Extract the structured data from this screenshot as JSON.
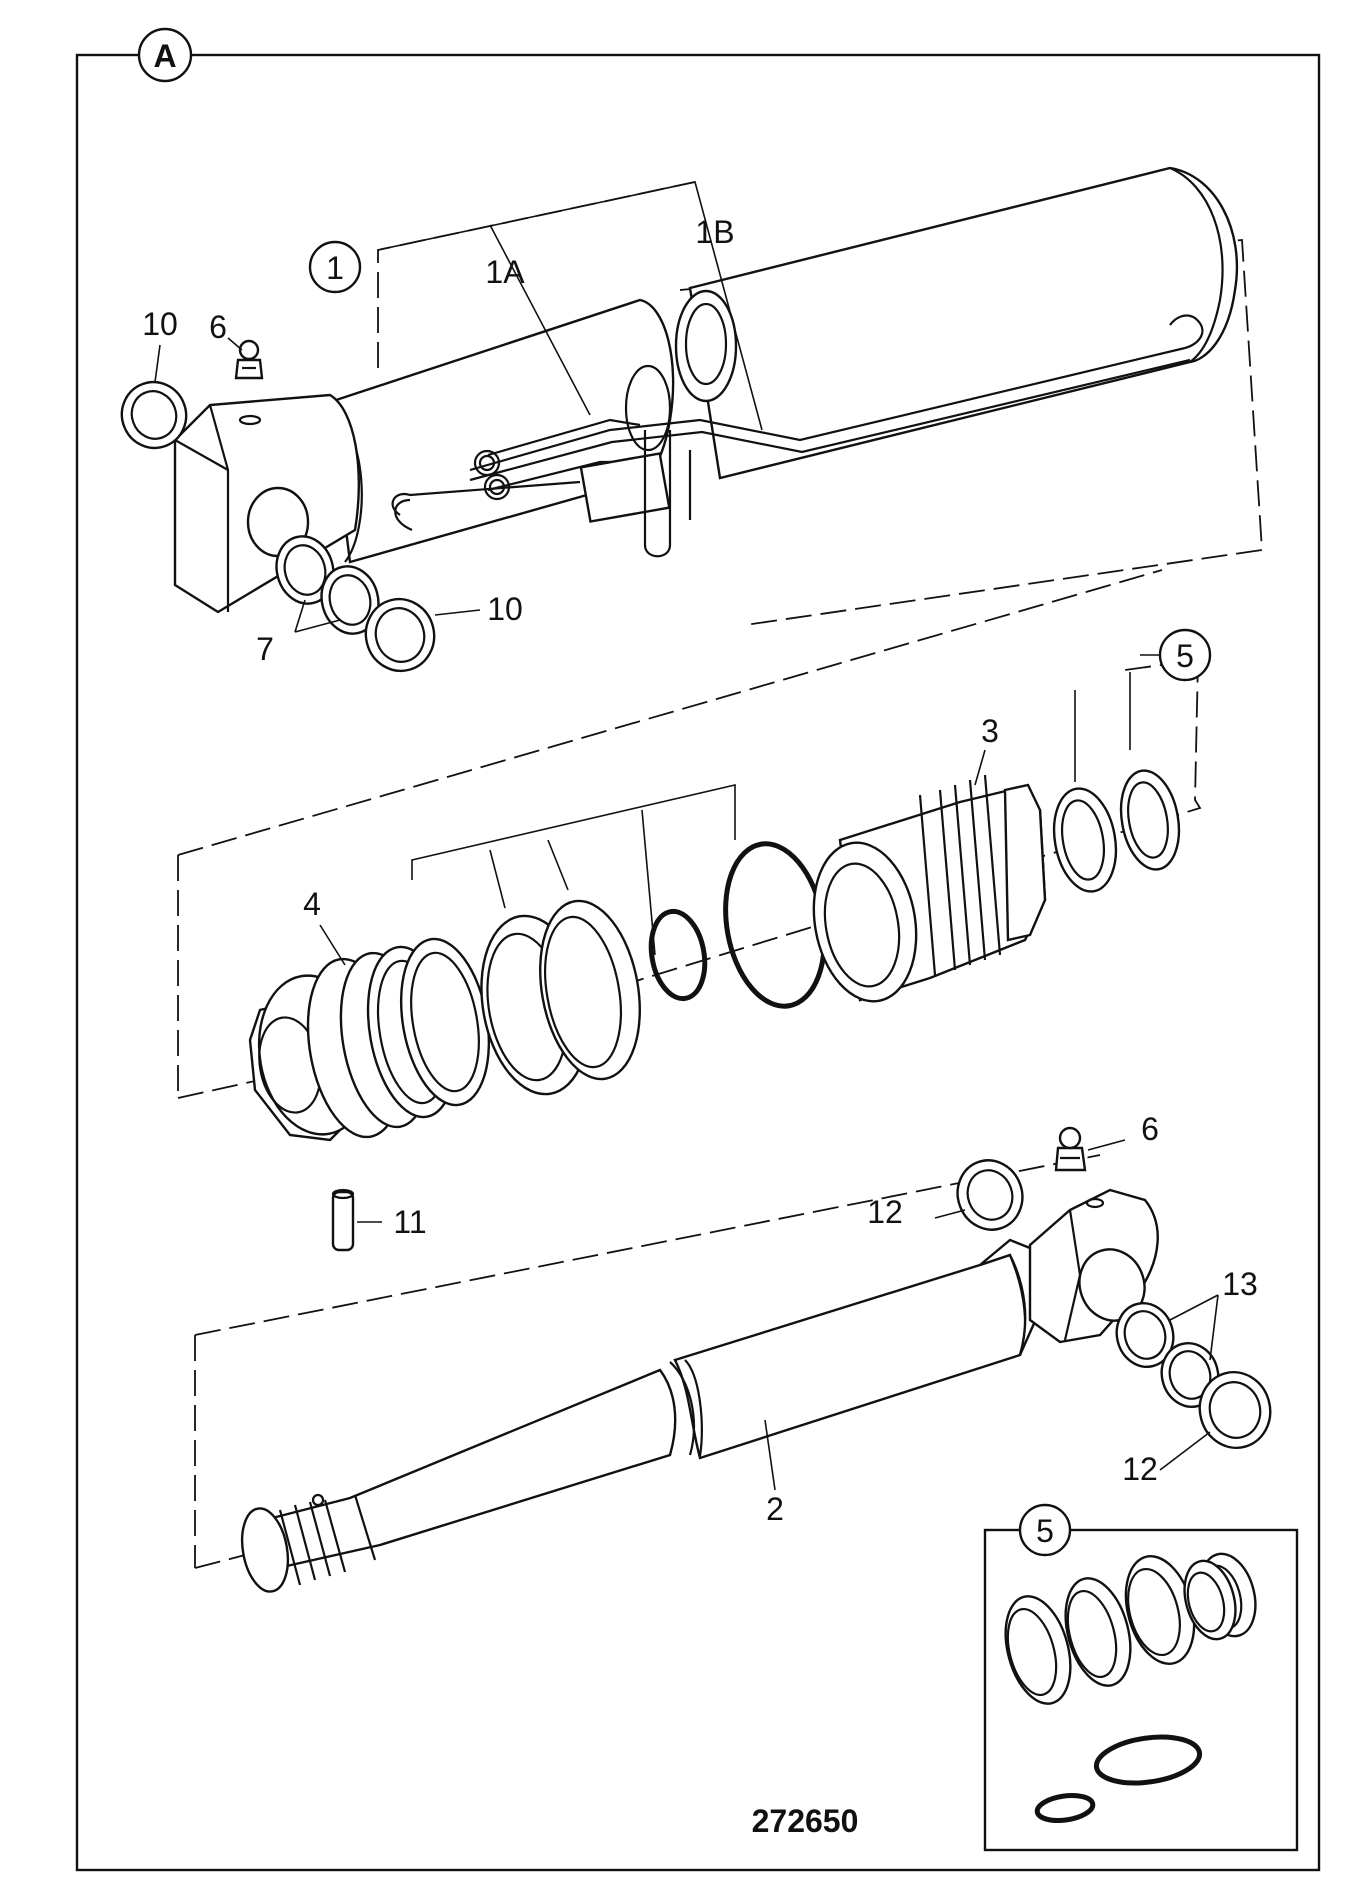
{
  "sheet_label": "A",
  "drawing_number": "272650",
  "callouts": {
    "item_1": "1",
    "item_1a": "1A",
    "item_1b": "1B",
    "item_2": "2",
    "item_3": "3",
    "item_4": "4",
    "item_5": "5",
    "item_5_inset": "5",
    "item_6_top": "6",
    "item_6_rod": "6",
    "item_7": "7",
    "item_10_top": "10",
    "item_10_bottom": "10",
    "item_11": "11",
    "item_12_top": "12",
    "item_12_bottom": "12",
    "item_13": "13"
  }
}
